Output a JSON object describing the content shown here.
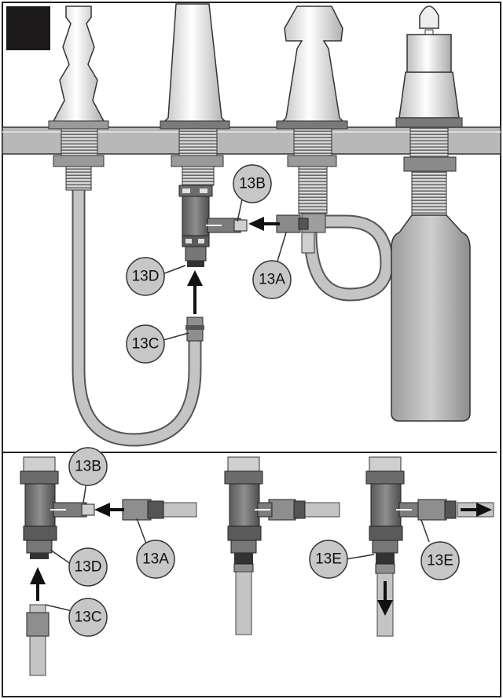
{
  "callouts": {
    "top_13b": "13B",
    "top_13d": "13D",
    "top_13a": "13A",
    "top_13c": "13C",
    "bl_13b": "13B",
    "bl_13d": "13D",
    "bl_13a": "13A",
    "bl_13c": "13C",
    "br_13e_left": "13E",
    "br_13e_right": "13E"
  },
  "colors": {
    "deck": "#b9b9b9",
    "metal_light": "#d4d4d4",
    "metal_mid": "#9a9a9a",
    "metal_dark": "#5e5e5e",
    "hose": "#bdbdbd",
    "callout_fill": "#c7c7c7",
    "step_marker": "#1c1a1a"
  },
  "icons": {
    "step_marker": "black-square-step-marker",
    "arrow": "push-arrow"
  }
}
